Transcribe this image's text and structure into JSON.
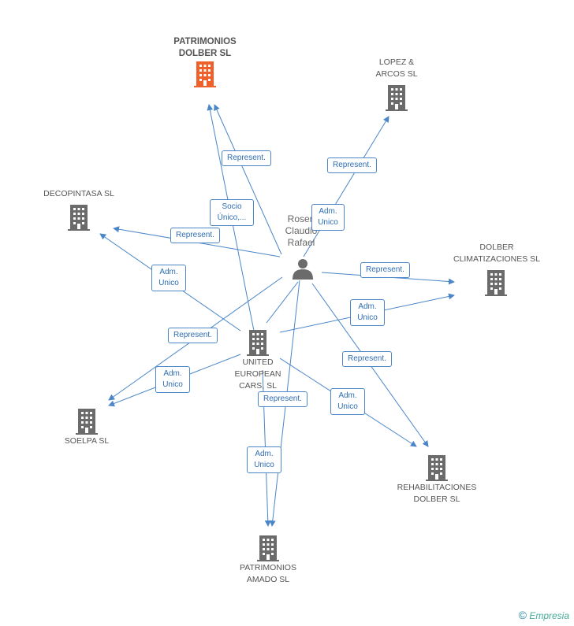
{
  "center": {
    "name_lines": [
      "Rosen",
      "Claudio",
      "Rafael"
    ]
  },
  "companies": {
    "patrimonios_dolber": [
      "PATRIMONIOS",
      "DOLBER SL"
    ],
    "lopez_arcos": [
      "LOPEZ &",
      "ARCOS SL"
    ],
    "decopintasa": [
      "DECOPINTASA SL"
    ],
    "dolber_climatizaciones": [
      "DOLBER",
      "CLIMATIZACIONES SL"
    ],
    "united_european": [
      "UNITED",
      "EUROPEAN",
      "CARS, SL"
    ],
    "soelpa": [
      "SOELPA SL"
    ],
    "rehabilitaciones": [
      "REHABILITACIONES",
      "DOLBER SL"
    ],
    "patrimonios_amado": [
      "PATRIMONIOS",
      "AMADO SL"
    ]
  },
  "edge_labels": {
    "represent": "Represent.",
    "adm_unico": [
      "Adm.",
      "Unico"
    ],
    "socio_unico": [
      "Socio",
      "Único,..."
    ]
  },
  "colors": {
    "edge": "#4a86c8",
    "building": "#6b6b6b",
    "focus_building": "#f0602a"
  },
  "brand": {
    "symbol": "©",
    "name": "Empresia"
  }
}
